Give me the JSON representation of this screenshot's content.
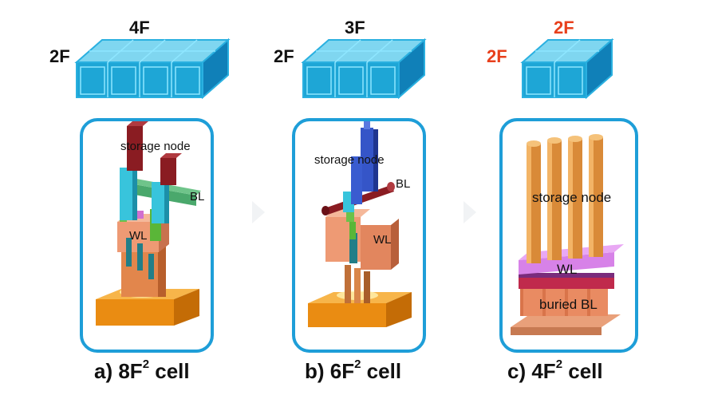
{
  "cells": [
    {
      "width_label": "4F",
      "height_label": "2F",
      "caption_prefix": "a) 8F",
      "caption_sup": "2",
      "caption_suffix": " cell",
      "labels": {
        "storage": "storage node",
        "bl": "BL",
        "wl": "WL"
      }
    },
    {
      "width_label": "3F",
      "height_label": "2F",
      "caption_prefix": "b) 6F",
      "caption_sup": "2",
      "caption_suffix": " cell",
      "labels": {
        "storage": "storage node",
        "bl": "BL",
        "wl": "WL"
      }
    },
    {
      "width_label": "2F",
      "height_label": "2F",
      "caption_prefix": "c) 4F",
      "caption_sup": "2",
      "caption_suffix": " cell",
      "labels": {
        "storage": "storage node",
        "wl": "WL",
        "bl": "buried BL"
      }
    }
  ],
  "colors": {
    "block_cyan": "#3fc0e8",
    "panel_border": "#1e9ed8",
    "highlight_label": "#e8401c"
  }
}
